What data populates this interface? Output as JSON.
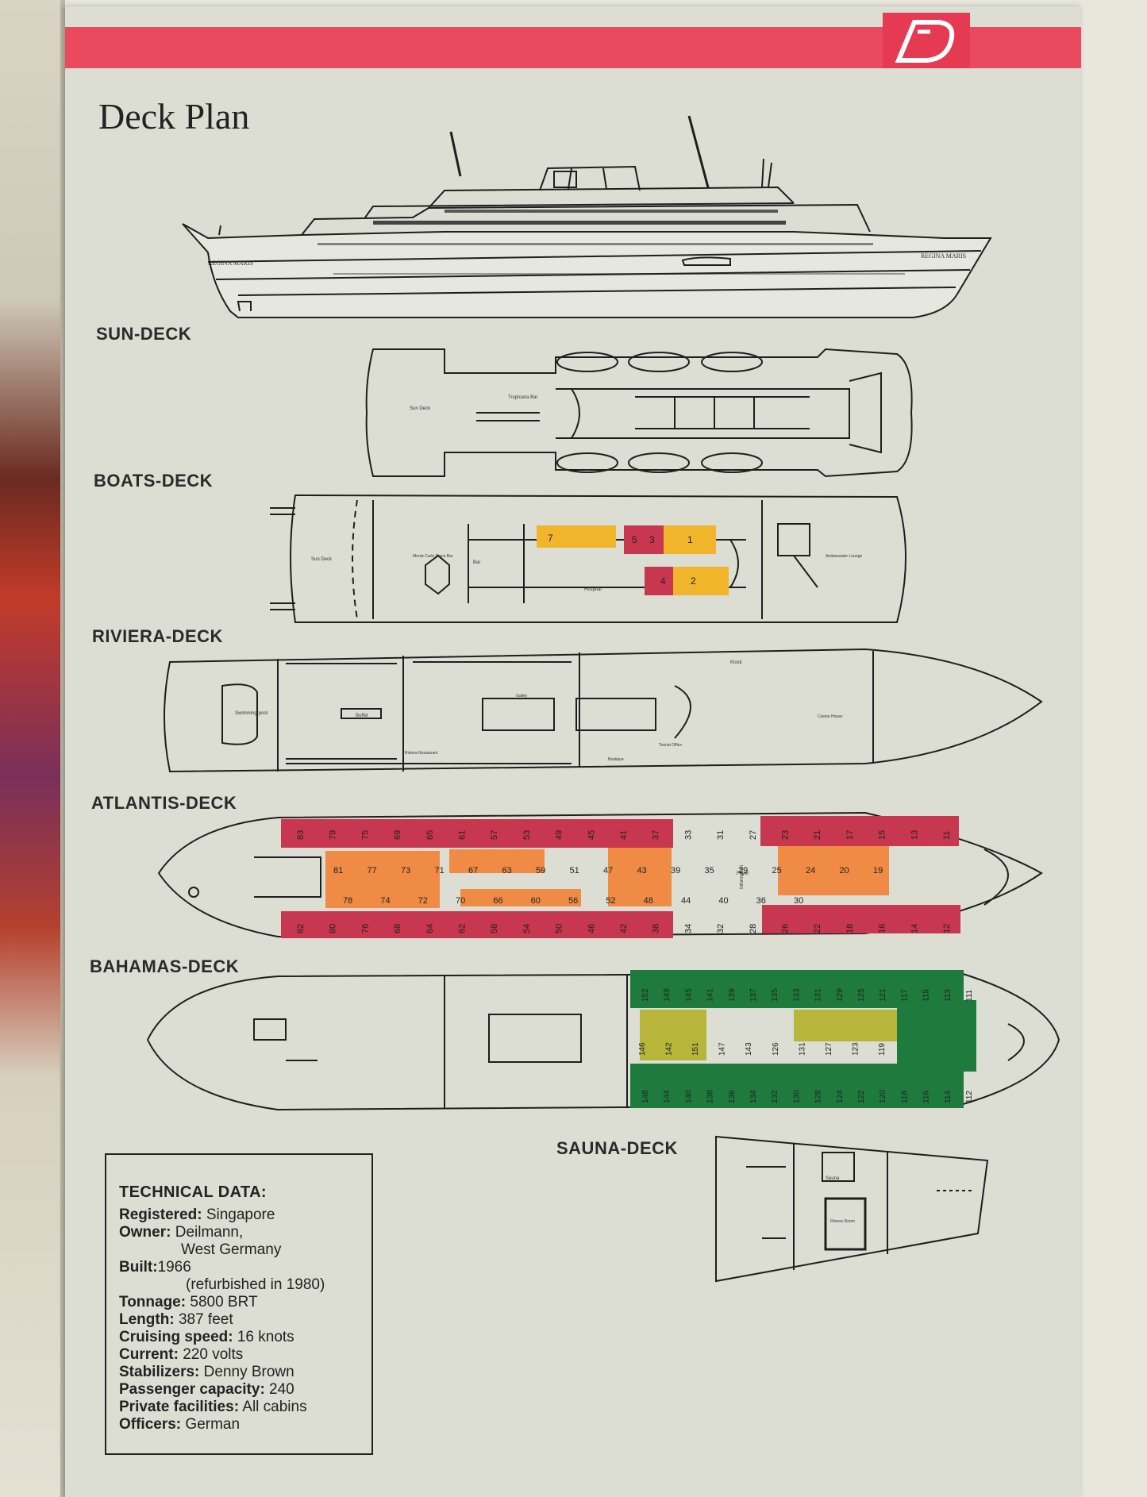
{
  "page": {
    "title": "Deck Plan",
    "ship_name": "REGINA MARIS"
  },
  "decks": {
    "sun": "SUN-DECK",
    "boats": "BOATS-DECK",
    "riviera": "RIVIERA-DECK",
    "atlantis": "ATLANTIS-DECK",
    "bahamas": "BAHAMAS-DECK",
    "sauna": "SAUNA-DECK"
  },
  "plan_labels": {
    "sun_deck": "Sun Deck",
    "tropicana_bar": "Tropicana Bar",
    "monte_carlo": "Monte Carlo Piano Bar",
    "bar": "Bar",
    "hospital": "Hospital",
    "ambassador_lounge": "Ambassador Lounge",
    "swimming_pool": "Swimming-pool",
    "buffet": "Buffet",
    "riviera_restaurant": "Riviera Restaurant",
    "galley": "Galley",
    "kiosk": "Kiosk",
    "casino_house": "Casino House",
    "boutique": "Boutique",
    "tourist_office": "Tourist Office",
    "foyer": "Foyer",
    "information": "Information",
    "sauna": "Sauna",
    "fitness_room": "Fitness Room"
  },
  "colors": {
    "red_band": "#ea4a5e",
    "cabin_red": "#c7374f",
    "cabin_orange": "#ef8b45",
    "cabin_yellow": "#f0b52a",
    "cabin_green": "#1f7a3e",
    "cabin_olive": "#b7b53a"
  },
  "boats_cabins": {
    "yellow": [
      "7",
      "1",
      "2"
    ],
    "red": [
      "5",
      "3",
      "4"
    ]
  },
  "atlantis_cabins": {
    "top_row": [
      "83",
      "79",
      "75",
      "69",
      "65",
      "61",
      "57",
      "53",
      "49",
      "45",
      "41",
      "37",
      "33",
      "31",
      "27",
      "23",
      "21",
      "17",
      "15",
      "13",
      "11"
    ],
    "bottom_row": [
      "82",
      "80",
      "76",
      "68",
      "64",
      "62",
      "58",
      "54",
      "50",
      "46",
      "42",
      "38",
      "34",
      "32",
      "28",
      "26",
      "22",
      "18",
      "16",
      "14",
      "12"
    ],
    "inner_upper": [
      "81",
      "77",
      "73",
      "71",
      "67",
      "63",
      "59",
      "51",
      "47",
      "43",
      "39",
      "35",
      "29",
      "25",
      "24",
      "20",
      "19"
    ],
    "inner_lower": [
      "78",
      "74",
      "72",
      "70",
      "66",
      "60",
      "56",
      "52",
      "48",
      "44",
      "40",
      "36",
      "30"
    ]
  },
  "bahamas_cabins": {
    "top_row": [
      "152",
      "149",
      "145",
      "141",
      "139",
      "137",
      "135",
      "133",
      "131",
      "129",
      "125",
      "121",
      "117",
      "115",
      "113",
      "111"
    ],
    "bottom_row": [
      "148",
      "144",
      "140",
      "138",
      "136",
      "134",
      "132",
      "130",
      "128",
      "124",
      "122",
      "120",
      "118",
      "116",
      "114",
      "112"
    ],
    "inner": [
      "146",
      "142",
      "151",
      "147",
      "143",
      "126",
      "131",
      "127",
      "123",
      "119"
    ]
  },
  "technical": {
    "heading": "TECHNICAL DATA:",
    "registered_k": "Registered:",
    "registered_v": "Singapore",
    "owner_k": "Owner:",
    "owner_v": "Deilmann,",
    "owner_v2": "West Germany",
    "built_k": "Built:",
    "built_v": "1966",
    "built_v2": "(refurbished in 1980)",
    "tonnage_k": "Tonnage:",
    "tonnage_v": "5800 BRT",
    "length_k": "Length:",
    "length_v": "387 feet",
    "speed_k": "Cruising speed:",
    "speed_v": "16 knots",
    "current_k": "Current:",
    "current_v": "220 volts",
    "stabilizers_k": "Stabilizers:",
    "stabilizers_v": "Denny Brown",
    "capacity_k": "Passenger capacity:",
    "capacity_v": "240",
    "facilities_k": "Private facilities:",
    "facilities_v": "All cabins",
    "officers_k": "Officers:",
    "officers_v": "German"
  }
}
